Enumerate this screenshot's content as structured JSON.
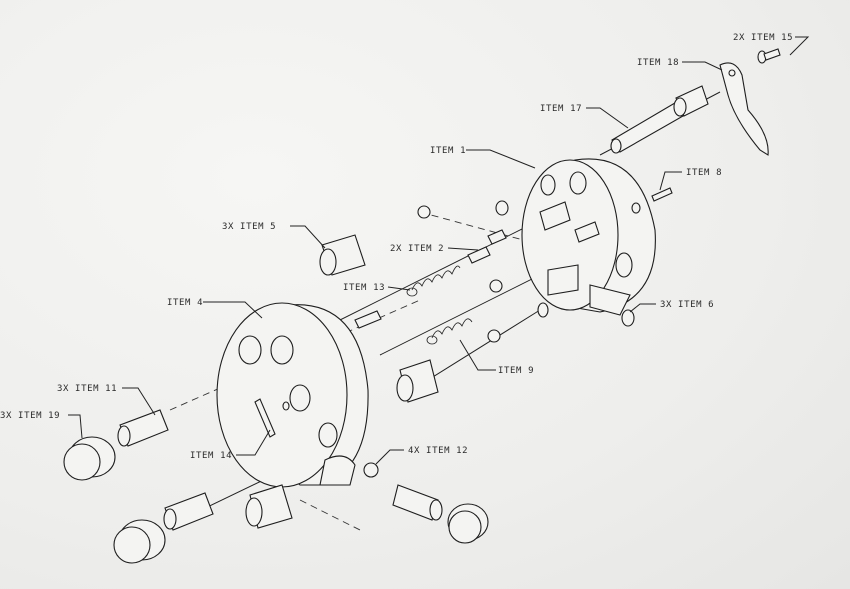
{
  "drawing": {
    "labels": {
      "item15": "2X ITEM 15",
      "item18": "ITEM 18",
      "item17": "ITEM 17",
      "item1": "ITEM 1",
      "item8": "ITEM 8",
      "item5": "3X ITEM 5",
      "item2": "2X ITEM 2",
      "item13": "ITEM 13",
      "item4": "ITEM 4",
      "item6": "3X ITEM 6",
      "item9": "ITEM 9",
      "item11": "3X ITEM 11",
      "item19": "3X ITEM 19",
      "item14": "ITEM 14",
      "item12": "4X ITEM 12"
    }
  }
}
